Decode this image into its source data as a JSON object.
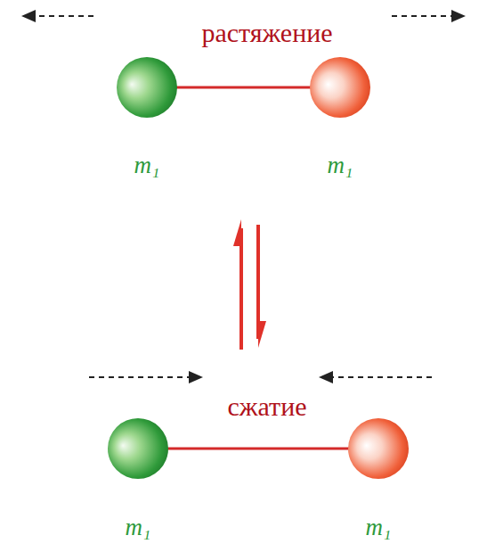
{
  "diagram": {
    "labels": [
      "растяжение",
      "m₁",
      "m₁",
      "сжатие",
      "m₁",
      "m₁"
    ]
  }
}
